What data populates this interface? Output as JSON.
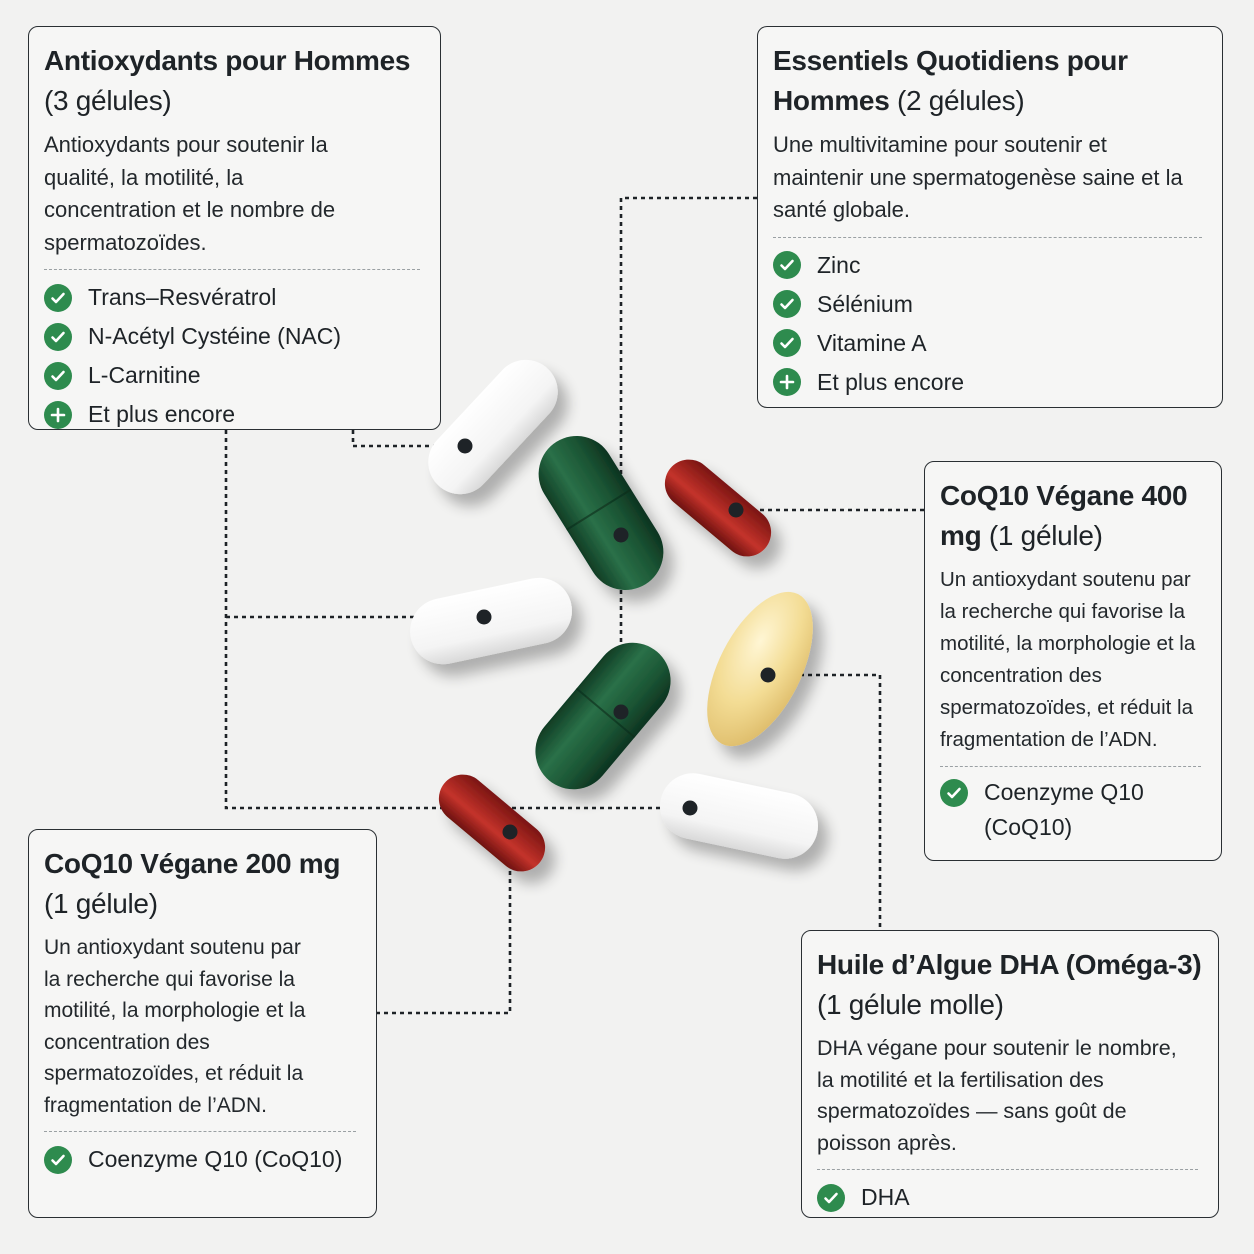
{
  "theme": {
    "accent": "#2e8b4e",
    "ink": "#1e2327",
    "background": "#f2f2f1"
  },
  "cards": [
    {
      "title": "Antioxydants pour Hommes",
      "qty": "(3 gélules)",
      "desc": "Antioxydants pour soutenir la qualité, la motilité, la concentration et le nombre de spermatozoïdes.",
      "items": [
        {
          "icon": "check-icon",
          "label": "Trans–Resvératrol"
        },
        {
          "icon": "check-icon",
          "label": "N-Acétyl Cystéine (NAC)"
        },
        {
          "icon": "check-icon",
          "label": "L-Carnitine"
        },
        {
          "icon": "plus-icon",
          "label": "Et plus encore"
        }
      ]
    },
    {
      "title": "Essentiels Quotidiens pour Hommes",
      "qty": "(2 gélules)",
      "desc": "Une multivitamine pour soutenir et maintenir une spermatogenèse saine et la santé globale.",
      "items": [
        {
          "icon": "check-icon",
          "label": "Zinc"
        },
        {
          "icon": "check-icon",
          "label": "Sélénium"
        },
        {
          "icon": "check-icon",
          "label": "Vitamine A"
        },
        {
          "icon": "plus-icon",
          "label": "Et plus encore"
        }
      ]
    },
    {
      "title": "CoQ10 Végane 400 mg",
      "qty": "(1 gélule)",
      "desc": "Un antioxydant soutenu par la recherche qui favorise la motilité, la morphologie et la concentration des spermatozoïdes, et réduit la fragmentation de l’ADN.",
      "items": [
        {
          "icon": "check-icon",
          "label": "Coenzyme Q10 (CoQ10)"
        }
      ]
    },
    {
      "title": "CoQ10 Végane 200 mg",
      "qty": "(1 gélule)",
      "desc": "Un antioxydant soutenu par la recherche qui favorise la motilité, la morphologie et la concentration des spermatozoïdes, et réduit la fragmentation de l’ADN.",
      "items": [
        {
          "icon": "check-icon",
          "label": "Coenzyme Q10 (CoQ10)"
        }
      ]
    },
    {
      "title": "Huile d’Algue DHA (Oméga-3)",
      "qty": "(1 gélule molle)",
      "desc": "DHA végane pour soutenir le nombre, la motilité et la fertilisation des spermatozoïdes — sans goût de poisson après.",
      "items": [
        {
          "icon": "check-icon",
          "label": "DHA"
        }
      ]
    }
  ],
  "capsule_colors": {
    "white": "#fbfbfb",
    "green": "#1f5e3c",
    "red": "#a3201b",
    "softgel": "#f2d98e"
  }
}
